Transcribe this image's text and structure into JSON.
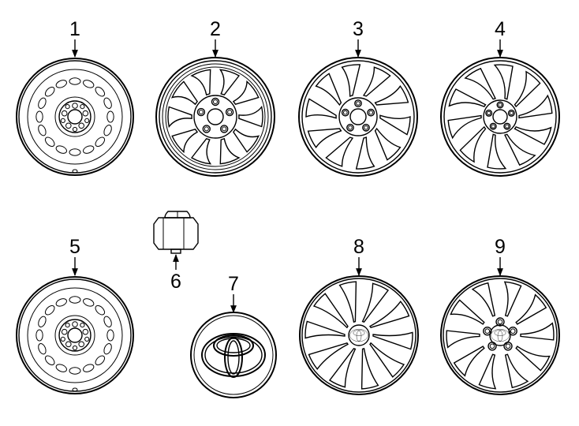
{
  "callouts": {
    "c1": "1",
    "c2": "2",
    "c3": "3",
    "c4": "4",
    "c5": "5",
    "c6": "6",
    "c7": "7",
    "c8": "8",
    "c9": "9"
  },
  "parts": [
    {
      "callout": "1",
      "icon": "steel-wheel-icon"
    },
    {
      "callout": "2",
      "icon": "alloy-wheel-10-spoke-icon"
    },
    {
      "callout": "3",
      "icon": "alloy-wheel-split-spoke-icon"
    },
    {
      "callout": "4",
      "icon": "alloy-wheel-twisted-spoke-icon"
    },
    {
      "callout": "5",
      "icon": "spare-steel-wheel-icon"
    },
    {
      "callout": "6",
      "icon": "lug-nut-icon"
    },
    {
      "callout": "7",
      "icon": "center-cap-icon"
    },
    {
      "callout": "8",
      "icon": "wheel-cover-icon"
    },
    {
      "callout": "9",
      "icon": "wheel-cover-icon"
    }
  ],
  "colors": {
    "line": "#000000",
    "background": "#ffffff"
  }
}
